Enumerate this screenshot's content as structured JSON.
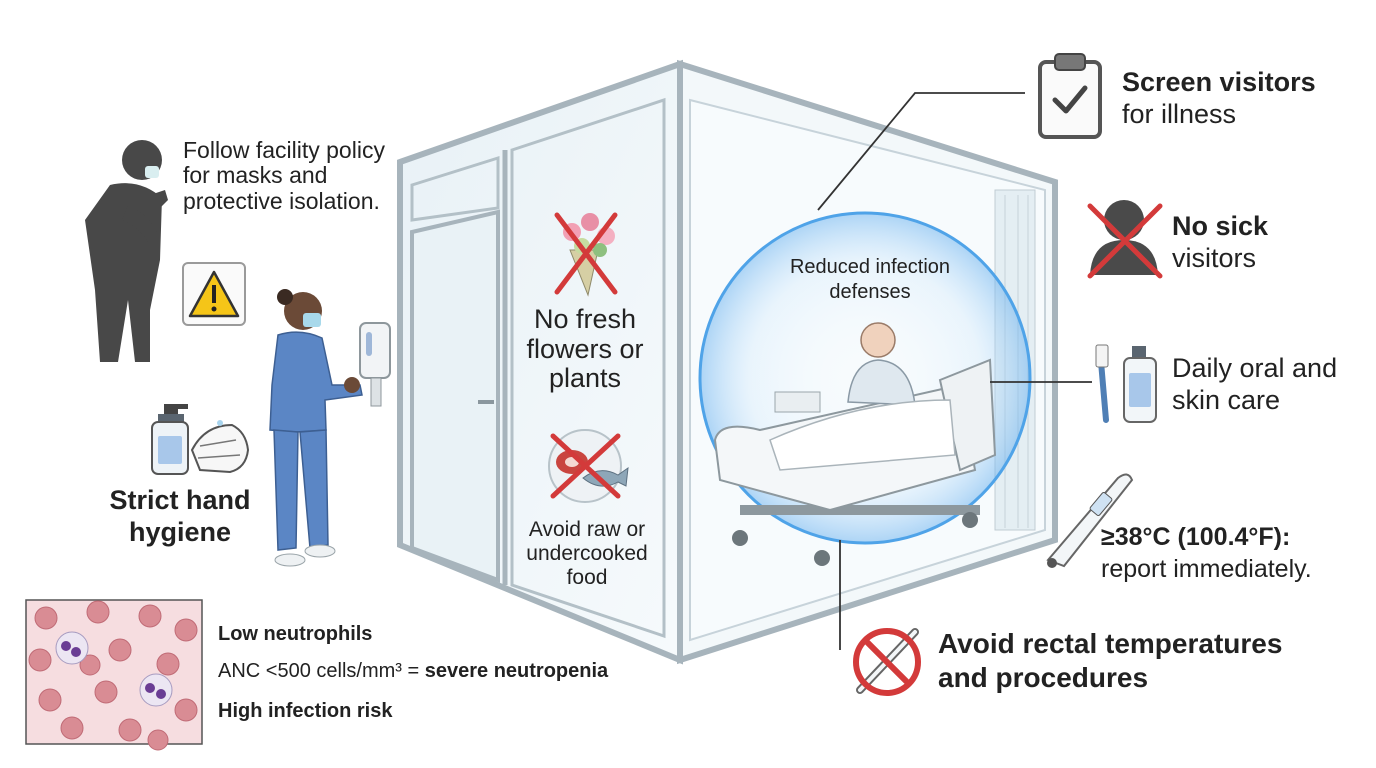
{
  "labels": {
    "mask_policy": "Follow facility policy for masks and protective isolation.",
    "hand_hygiene": "Strict hand hygiene",
    "no_flowers": "No fresh flowers or plants",
    "avoid_food": "Avoid raw or undercooked food",
    "reduced_defenses": "Reduced infection defenses",
    "screen_title": "Screen visitors",
    "screen_sub": "for illness",
    "sick_title": "No sick",
    "sick_sub": "visitors",
    "oral_care": "Daily oral and skin care",
    "fever_title": "≥38°C (100.4°F):",
    "fever_sub": "report immediately.",
    "rectal": "Avoid rectal temperatures and procedures",
    "neutrophils_title": "Low neutrophils",
    "anc_prefix": "ANC <500 cells/mm³ = ",
    "anc_bold": "severe neutropenia",
    "risk": "High infection risk"
  },
  "icons": [
    "person-coughing-icon",
    "warning-icon",
    "nurse-icon",
    "soap-dispenser-icon",
    "hand-sanitizer-icon",
    "washing-hands-icon",
    "flowers-crossed-icon",
    "raw-food-crossed-icon",
    "patient-bed-icon",
    "protective-bubble-icon",
    "clipboard-check-icon",
    "sick-person-crossed-icon",
    "toothbrush-icon",
    "lotion-bottle-icon",
    "thermometer-icon",
    "rectal-thermometer-prohibited-icon",
    "blood-cells-icon"
  ],
  "colors": {
    "warning": "#f5c518",
    "cross": "#d33a3a",
    "bubble": "#4fa3e8",
    "scrubs": "#5b86c5",
    "figure": "#444444"
  }
}
